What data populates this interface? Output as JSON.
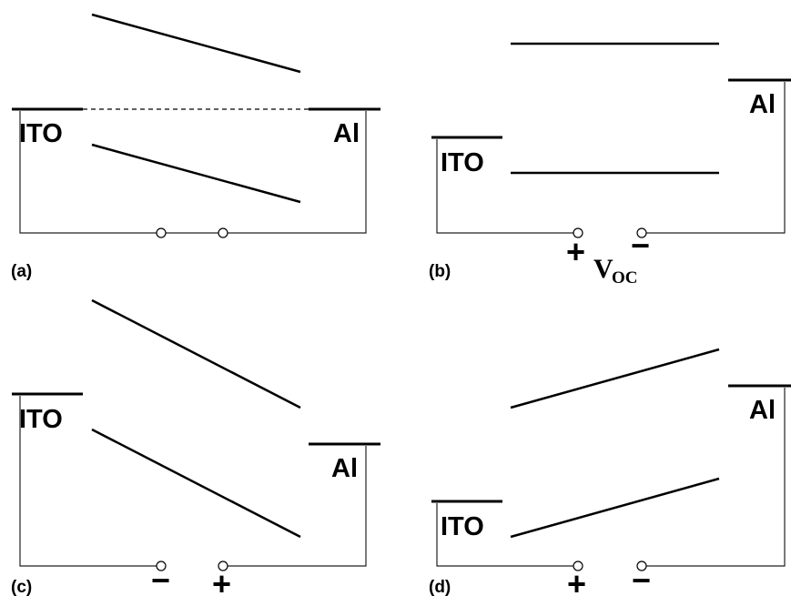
{
  "panels": [
    {
      "id": "a",
      "label": "(a)",
      "left_electrode": "ITO",
      "right_electrode": "Al",
      "left_sign": "",
      "right_sign": "",
      "voltage_label": "",
      "voltage_sub": ""
    },
    {
      "id": "b",
      "label": "(b)",
      "left_electrode": "ITO",
      "right_electrode": "Al",
      "left_sign": "+",
      "right_sign": "−",
      "voltage_label": "V",
      "voltage_sub": "OC"
    },
    {
      "id": "c",
      "label": "(c)",
      "left_electrode": "ITO",
      "right_electrode": "Al",
      "left_sign": "−",
      "right_sign": "+",
      "voltage_label": "",
      "voltage_sub": ""
    },
    {
      "id": "d",
      "label": "(d)",
      "left_electrode": "ITO",
      "right_electrode": "Al",
      "left_sign": "+",
      "right_sign": "−",
      "voltage_label": "",
      "voltage_sub": ""
    }
  ]
}
